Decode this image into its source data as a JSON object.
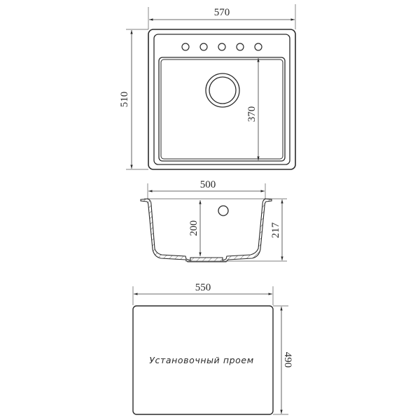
{
  "drawing": {
    "top_view": {
      "width_label": "570",
      "height_label": "510",
      "bowl_depth_label": "370",
      "tap_holes": 5
    },
    "side_view": {
      "bowl_width_label": "500",
      "inner_depth_label": "200",
      "total_height_label": "217"
    },
    "cutout_view": {
      "width_label": "550",
      "height_label": "490",
      "caption": "Установочный проем"
    },
    "colors": {
      "line": "#2a2a2a",
      "background": "#ffffff"
    }
  }
}
